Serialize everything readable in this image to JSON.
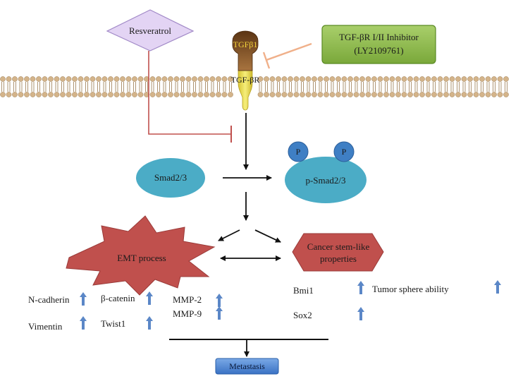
{
  "nodes": {
    "resveratrol": "Resveratrol",
    "inhibitor_line1": "TGF-βR I/II Inhibitor",
    "inhibitor_line2": "(LY2109761)",
    "tgfb1": "TGFβ1",
    "tgfbr": "TGF-βR",
    "smad": "Smad2/3",
    "psmad": "p-Smad2/3",
    "phospho": "P",
    "emt": "EMT process",
    "csc_line1": "Cancer stem-like",
    "csc_line2": "properties",
    "metastasis": "Metastasis"
  },
  "markers": {
    "emt": [
      "N-cadherin",
      "β-catenin",
      "Vimentin",
      "Twist1"
    ],
    "mmp": [
      "MMP-2",
      "MMP-9"
    ],
    "csc": [
      "Bmi1",
      "Sox2"
    ],
    "tumor_sphere": "Tumor sphere ability"
  },
  "arrow_direction": "up",
  "colors": {
    "resveratrol_fill": "#e3d4f4",
    "resveratrol_stroke": "#a189c7",
    "inhibitor_fill": "#8fbb4b",
    "inhibitor_stroke": "#5a8a24",
    "inhibition_line": "#c0504d",
    "inhibitor_line": "#f0b08a",
    "smad_fill": "#4bacc6",
    "phospho_fill": "#3f7fc4",
    "emt_fill": "#c0504d",
    "csc_fill": "#c0504d",
    "metastasis_fill": "#4f89d6",
    "up_arrow": "#5b87c7",
    "membrane_head": "#d4b48a",
    "ligand": "#7a4a1e",
    "receptor": "#e8dc4a"
  }
}
